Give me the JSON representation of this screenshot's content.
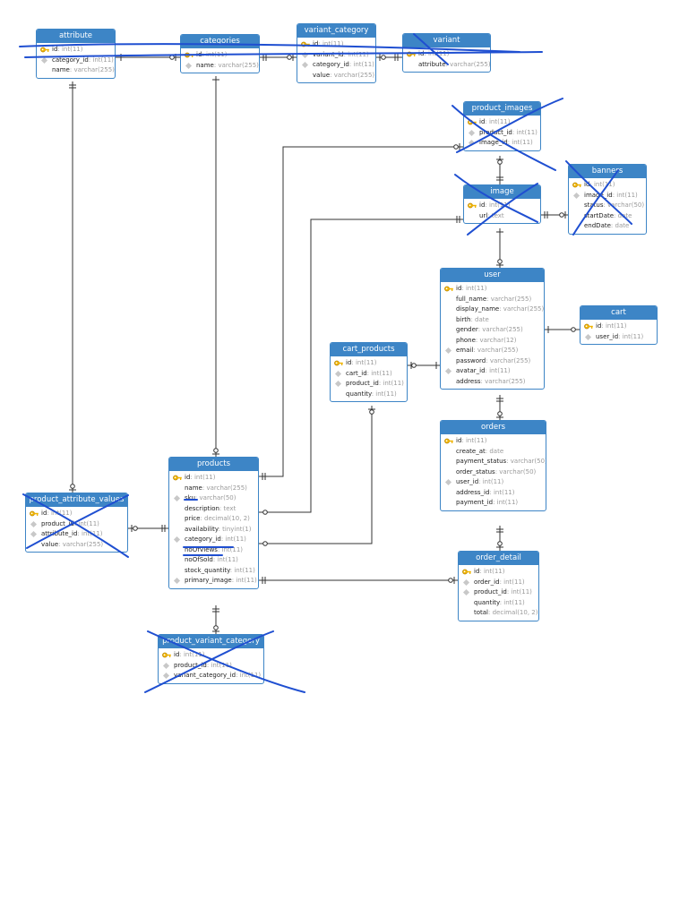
{
  "colors": {
    "header": "#3d85c6",
    "border": "#3d85c6",
    "line": "#333333",
    "strike": "#1f4fd1"
  },
  "tables": {
    "attribute": {
      "title": "attribute",
      "fields": [
        {
          "icon": "key-icon",
          "name": "id",
          "type": ": int(11)"
        },
        {
          "icon": "diamond-icon",
          "name": "category_id",
          "type": ": int(11)"
        },
        {
          "icon": "none",
          "name": "name",
          "type": ": varchar(255)"
        }
      ]
    },
    "categories": {
      "title": "categories",
      "fields": [
        {
          "icon": "key-icon",
          "name": "id",
          "type": ": int(11)"
        },
        {
          "icon": "diamond-icon",
          "name": "name",
          "type": ": varchar(255)"
        }
      ]
    },
    "variant_category": {
      "title": "variant_category",
      "fields": [
        {
          "icon": "key-icon",
          "name": "id",
          "type": ": int(11)"
        },
        {
          "icon": "diamond-icon",
          "name": "variant_id",
          "type": ": int(11)"
        },
        {
          "icon": "diamond-icon",
          "name": "category_id",
          "type": ": int(11)"
        },
        {
          "icon": "none",
          "name": "value",
          "type": ": varchar(255)"
        }
      ]
    },
    "variant": {
      "title": "variant",
      "fields": [
        {
          "icon": "key-icon",
          "name": "id",
          "type": ": int(11)"
        },
        {
          "icon": "none",
          "name": "attribute",
          "type": ": varchar(255)"
        }
      ]
    },
    "product_images": {
      "title": "product_images",
      "fields": [
        {
          "icon": "key-icon",
          "name": "id",
          "type": ": int(11)"
        },
        {
          "icon": "diamond-icon",
          "name": "product_id",
          "type": ": int(11)"
        },
        {
          "icon": "diamond-icon",
          "name": "image_id",
          "type": ": int(11)"
        }
      ]
    },
    "image": {
      "title": "image",
      "fields": [
        {
          "icon": "key-icon",
          "name": "id",
          "type": ": int(11)"
        },
        {
          "icon": "none",
          "name": "url",
          "type": ": text"
        }
      ]
    },
    "banners": {
      "title": "banners",
      "fields": [
        {
          "icon": "key-icon",
          "name": "id",
          "type": ": int(11)"
        },
        {
          "icon": "diamond-icon",
          "name": "image_id",
          "type": ": int(11)"
        },
        {
          "icon": "none",
          "name": "status",
          "type": ": varchar(50)"
        },
        {
          "icon": "none",
          "name": "startDate",
          "type": ": date"
        },
        {
          "icon": "none",
          "name": "endDate",
          "type": ": date"
        }
      ]
    },
    "user": {
      "title": "user",
      "fields": [
        {
          "icon": "key-icon",
          "name": "id",
          "type": ": int(11)"
        },
        {
          "icon": "none",
          "name": "full_name",
          "type": ": varchar(255)"
        },
        {
          "icon": "none",
          "name": "display_name",
          "type": ": varchar(255)"
        },
        {
          "icon": "none",
          "name": "birth",
          "type": ": date"
        },
        {
          "icon": "none",
          "name": "gender",
          "type": ": varchar(255)"
        },
        {
          "icon": "none",
          "name": "phone",
          "type": ": varchar(12)"
        },
        {
          "icon": "diamond-icon",
          "name": "email",
          "type": ": varchar(255)"
        },
        {
          "icon": "none",
          "name": "password",
          "type": ": varchar(255)"
        },
        {
          "icon": "diamond-icon",
          "name": "avatar_id",
          "type": ": int(11)"
        },
        {
          "icon": "none",
          "name": "address",
          "type": ": varchar(255)"
        }
      ]
    },
    "cart": {
      "title": "cart",
      "fields": [
        {
          "icon": "key-icon",
          "name": "id",
          "type": ": int(11)"
        },
        {
          "icon": "diamond-icon",
          "name": "user_id",
          "type": ": int(11)"
        }
      ]
    },
    "cart_products": {
      "title": "cart_products",
      "fields": [
        {
          "icon": "key-icon",
          "name": "id",
          "type": ": int(11)"
        },
        {
          "icon": "diamond-icon",
          "name": "cart_id",
          "type": ": int(11)"
        },
        {
          "icon": "diamond-icon",
          "name": "product_id",
          "type": ": int(11)"
        },
        {
          "icon": "none",
          "name": "quantity",
          "type": ": int(11)"
        }
      ]
    },
    "orders": {
      "title": "orders",
      "fields": [
        {
          "icon": "key-icon",
          "name": "id",
          "type": ": int(11)"
        },
        {
          "icon": "none",
          "name": "create_at",
          "type": ": date"
        },
        {
          "icon": "none",
          "name": "payment_status",
          "type": ": varchar(50)"
        },
        {
          "icon": "none",
          "name": "order_status",
          "type": ": varchar(50)"
        },
        {
          "icon": "diamond-icon",
          "name": "user_id",
          "type": ": int(11)"
        },
        {
          "icon": "none",
          "name": "address_id",
          "type": ": int(11)"
        },
        {
          "icon": "none",
          "name": "payment_id",
          "type": ": int(11)"
        }
      ]
    },
    "products": {
      "title": "products",
      "fields": [
        {
          "icon": "key-icon",
          "name": "id",
          "type": ": int(11)"
        },
        {
          "icon": "none",
          "name": "name",
          "type": ": varchar(255)"
        },
        {
          "icon": "diamond-icon",
          "name": "sku",
          "type": ": varchar(50)"
        },
        {
          "icon": "none",
          "name": "description",
          "type": ": text"
        },
        {
          "icon": "none",
          "name": "price",
          "type": ": decimal(10, 2)"
        },
        {
          "icon": "none",
          "name": "availability",
          "type": ": tinyint(1)"
        },
        {
          "icon": "diamond-icon",
          "name": "category_id",
          "type": ": int(11)"
        },
        {
          "icon": "none",
          "name": "noOfViews",
          "type": ": int(11)"
        },
        {
          "icon": "none",
          "name": "noOfSold",
          "type": ": int(11)"
        },
        {
          "icon": "none",
          "name": "stock_quantity",
          "type": ": int(11)"
        },
        {
          "icon": "diamond-icon",
          "name": "primary_image",
          "type": ": int(11)"
        }
      ]
    },
    "product_attribute_values": {
      "title": "product_attribute_values",
      "fields": [
        {
          "icon": "key-icon",
          "name": "id",
          "type": ": int(11)"
        },
        {
          "icon": "diamond-icon",
          "name": "product_id",
          "type": ": int(11)"
        },
        {
          "icon": "diamond-icon",
          "name": "attribute_id",
          "type": ": int(11)"
        },
        {
          "icon": "none",
          "name": "value",
          "type": ": varchar(255)"
        }
      ]
    },
    "order_detail": {
      "title": "order_detail",
      "fields": [
        {
          "icon": "key-icon",
          "name": "id",
          "type": ": int(11)"
        },
        {
          "icon": "diamond-icon",
          "name": "order_id",
          "type": ": int(11)"
        },
        {
          "icon": "diamond-icon",
          "name": "product_id",
          "type": ": int(11)"
        },
        {
          "icon": "none",
          "name": "quantity",
          "type": ": int(11)"
        },
        {
          "icon": "none",
          "name": "total",
          "type": ": decimal(10, 2)"
        }
      ]
    },
    "product_variant_category": {
      "title": "product_variant_category",
      "fields": [
        {
          "icon": "key-icon",
          "name": "id",
          "type": ": int(11)"
        },
        {
          "icon": "diamond-icon",
          "name": "product_id",
          "type": ": int(11)"
        },
        {
          "icon": "diamond-icon",
          "name": "variant_category_id",
          "type": ": int(11)"
        }
      ]
    }
  }
}
